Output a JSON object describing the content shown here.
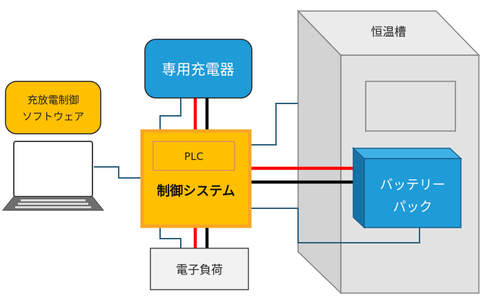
{
  "software": {
    "line1": "充放電制御",
    "line2": "ソフトウェア"
  },
  "charger": {
    "label": "専用充電器"
  },
  "control": {
    "plc": "PLC",
    "title": "制御システム"
  },
  "chamber": {
    "label": "恒温槽"
  },
  "battery": {
    "line1": "バッテリー",
    "line2": "パック"
  },
  "load": {
    "label": "電子負荷"
  },
  "colors": {
    "orange_fill": "#FFC000",
    "orange_border": "#F6A623",
    "blue_fill": "#1F9BD7",
    "blue_border": "#1B5F8A",
    "signal_line": "#2A5F7C",
    "power_red": "#FF0000",
    "power_black": "#000000",
    "chamber_gray": "#D9D9D9"
  }
}
